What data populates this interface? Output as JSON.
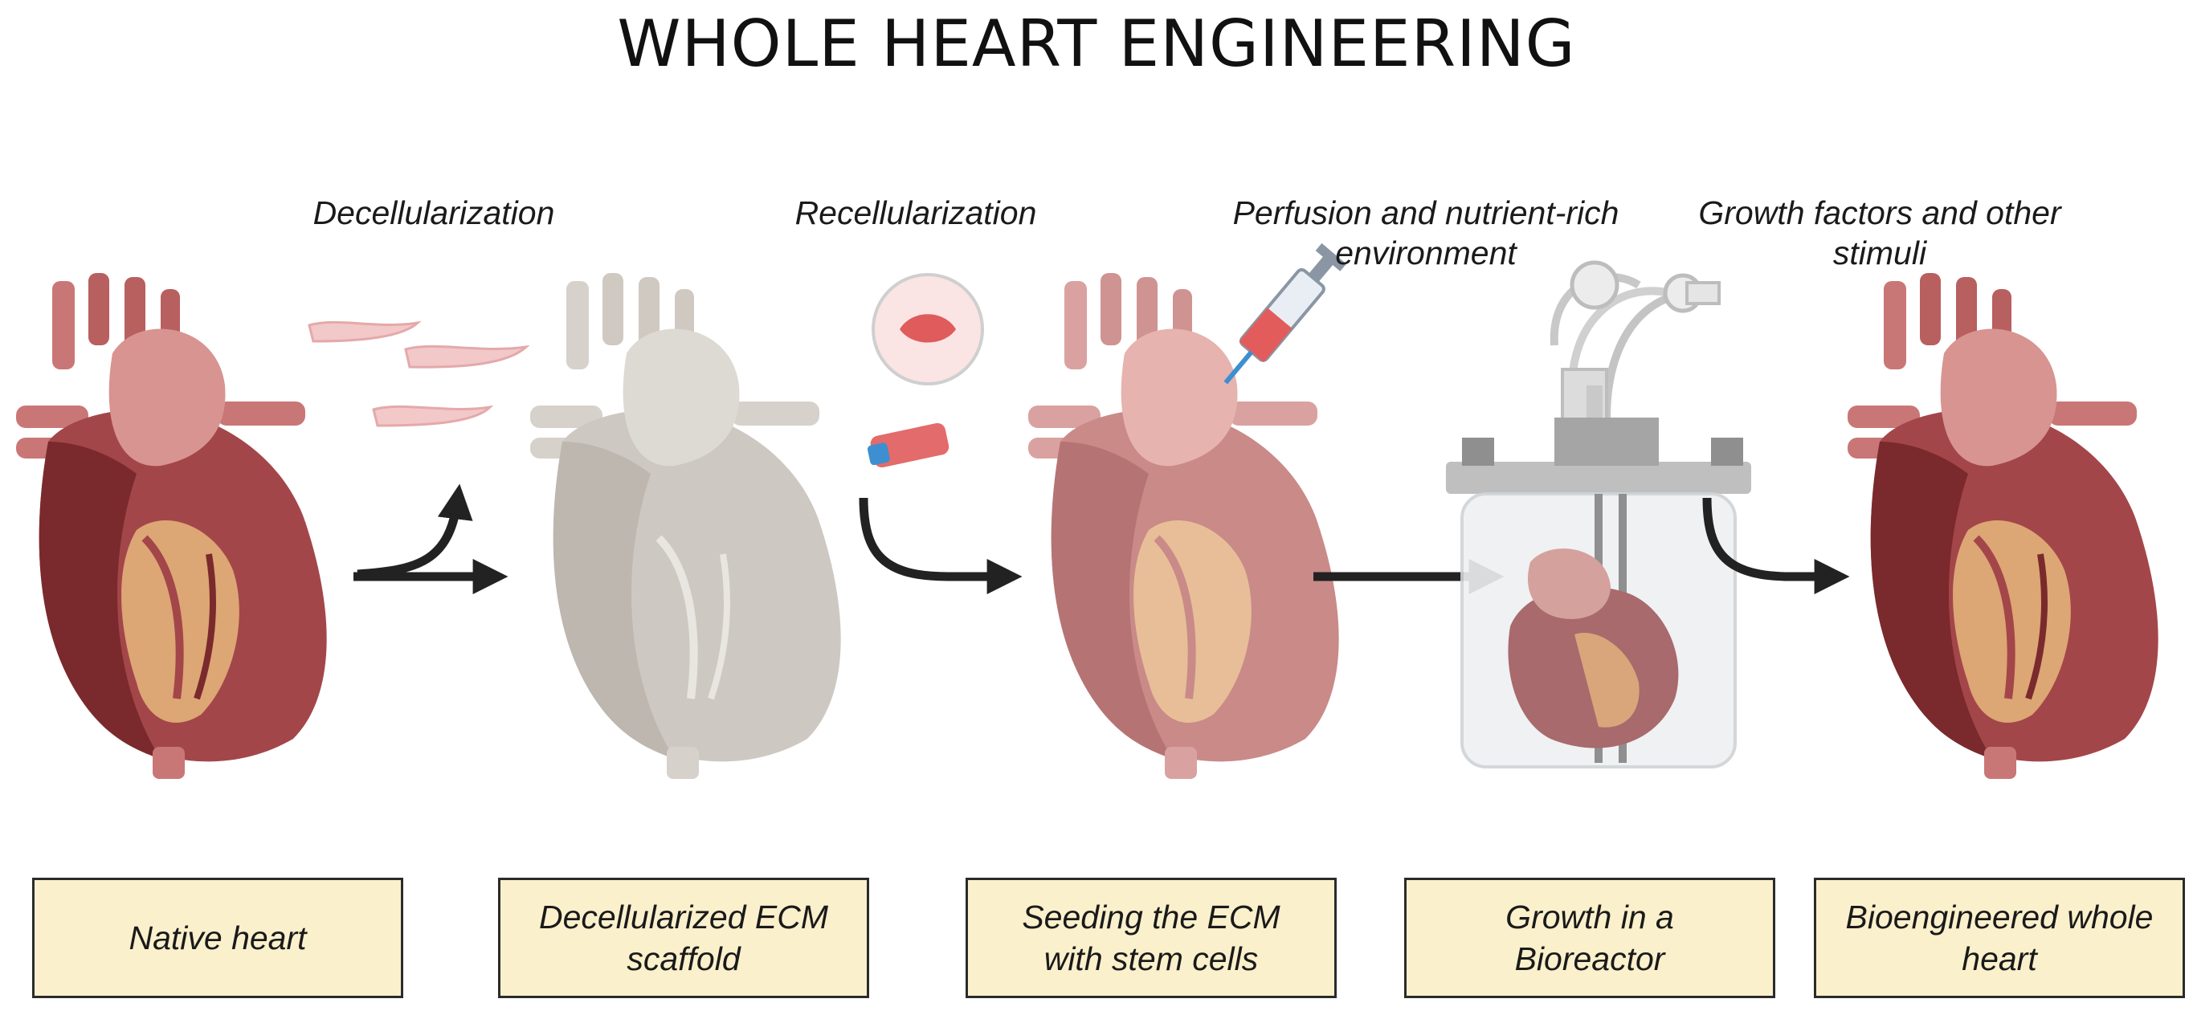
{
  "title": "WHOLE HEART ENGINEERING",
  "processes": [
    {
      "label": "Decellularization"
    },
    {
      "label": "Recellularization"
    },
    {
      "label": "Perfusion and nutrient-rich environment"
    },
    {
      "label": "Growth factors and other stimuli"
    }
  ],
  "stages": [
    {
      "label": "Native heart"
    },
    {
      "label": "Decellularized ECM scaffold"
    },
    {
      "label": "Seeding the ECM with stem cells"
    },
    {
      "label": "Growth in a Bioreactor"
    },
    {
      "label": "Bioengineered whole heart"
    }
  ],
  "colors": {
    "box_fill": "#fbf0cc",
    "box_border": "#2b2b2b",
    "arrow": "#222222",
    "native_heart": "#a3464a",
    "native_dark": "#7a2a2c",
    "native_vessel": "#c97776",
    "scaffold": "#cdc8c1",
    "seeded_heart": "#c98a88",
    "fat": "#e8b77c",
    "cells": "#f2c8c8"
  },
  "icons": [
    "heart-icon",
    "cell-icon",
    "syringe-icon",
    "flask-icon",
    "bioreactor-icon",
    "arrow-icon"
  ]
}
